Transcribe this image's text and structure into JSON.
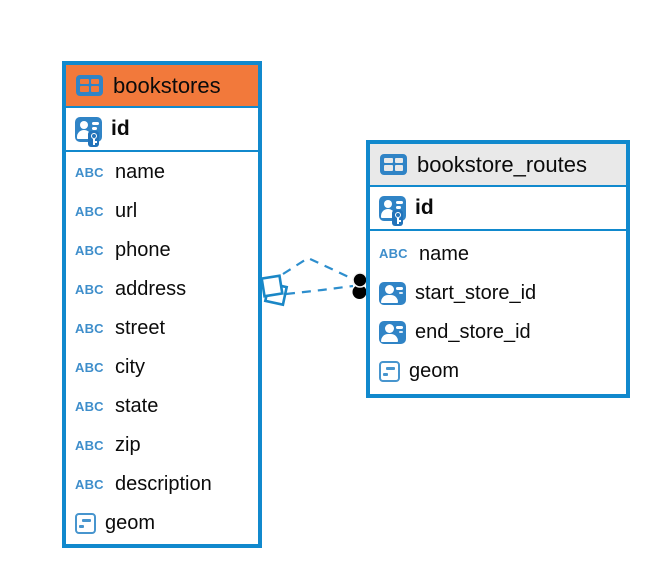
{
  "diagram": {
    "background": "#ffffff",
    "accent_blue": "#1189cd",
    "line_blue": "#2d8ecd",
    "icons": {
      "text_glyph": "ABC"
    },
    "tables": [
      {
        "name": "bookstores",
        "header_bg": "#f2793b",
        "columns": [
          {
            "name": "id",
            "type_icon": "primary-key"
          },
          {
            "name": "name",
            "type_icon": "text"
          },
          {
            "name": "url",
            "type_icon": "text"
          },
          {
            "name": "phone",
            "type_icon": "text"
          },
          {
            "name": "address",
            "type_icon": "text"
          },
          {
            "name": "street",
            "type_icon": "text"
          },
          {
            "name": "city",
            "type_icon": "text"
          },
          {
            "name": "state",
            "type_icon": "text"
          },
          {
            "name": "zip",
            "type_icon": "text"
          },
          {
            "name": "description",
            "type_icon": "text"
          },
          {
            "name": "geom",
            "type_icon": "geometry"
          }
        ]
      },
      {
        "name": "bookstore_routes",
        "header_bg": "#e9e9e9",
        "columns": [
          {
            "name": "id",
            "type_icon": "primary-key"
          },
          {
            "name": "name",
            "type_icon": "text"
          },
          {
            "name": "start_store_id",
            "type_icon": "foreign-key"
          },
          {
            "name": "end_store_id",
            "type_icon": "foreign-key"
          },
          {
            "name": "geom",
            "type_icon": "geometry"
          }
        ]
      }
    ],
    "relationships": [
      {
        "from_table": "bookstores",
        "to_table": "bookstore_routes",
        "line_style": "dashed",
        "from_marker": "diamond",
        "to_marker": "dot"
      },
      {
        "from_table": "bookstores",
        "to_table": "bookstore_routes",
        "line_style": "dashed",
        "from_marker": "diamond",
        "to_marker": "dot"
      }
    ]
  }
}
